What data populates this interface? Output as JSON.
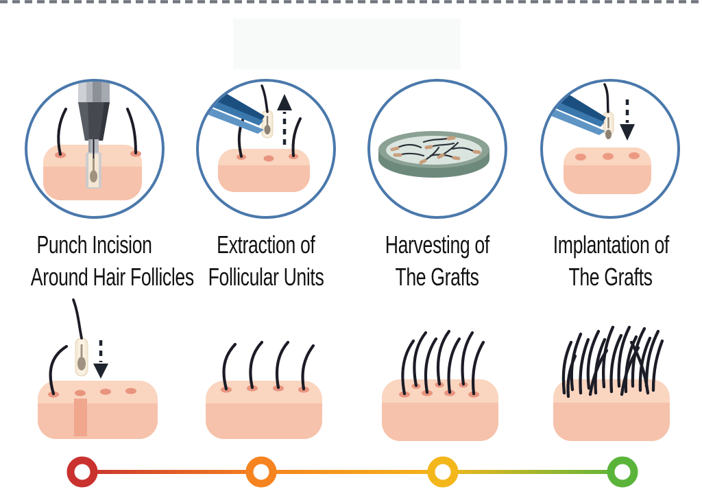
{
  "page": {
    "background": "#ffffff"
  },
  "decorations": {
    "top_dashed_border_color": "#70757c",
    "background_rectangle_color": "#f8f9f9"
  },
  "palette": {
    "circle_border": "#4a78ab",
    "skin_top": "#fad5c0",
    "skin_body": "#f6c2ab",
    "skin_channel": "#f0a78e",
    "hole": "#e8947e",
    "hair": "#1b1c26",
    "tweezers_dark": "#1b4f80",
    "tweezers_mid": "#3a77ad",
    "tweezers_light": "#5e95c5",
    "graft_tube": "#f5ead6",
    "follicle_bulb": "#a09180",
    "dish_rim": "#8aa193",
    "dish_side": "#6d897b",
    "dish_inner": "#dbe5e0",
    "label_text": "#121212"
  },
  "steps": [
    {
      "icon": "punch-tool-icon",
      "label_line1": "Punch Incision",
      "label_line2": "Around Hair Follicles",
      "marker_color": "#c9322f"
    },
    {
      "icon": "tweezers-extraction-icon",
      "label_line1": "Extraction of",
      "label_line2": "Follicular Units",
      "marker_color": "#f5831f"
    },
    {
      "icon": "petri-dish-grafts-icon",
      "label_line1": "Harvesting of",
      "label_line2": "The Grafts",
      "marker_color": "#f3b71c"
    },
    {
      "icon": "tweezers-implantation-icon",
      "label_line1": "Implantation of",
      "label_line2": "The Grafts",
      "marker_color": "#5bb43a"
    }
  ],
  "result_stages": [
    {
      "icon": "graft-placement-skin-icon"
    },
    {
      "icon": "sparse-hair-growth-icon"
    },
    {
      "icon": "medium-hair-growth-icon"
    },
    {
      "icon": "dense-hair-growth-icon"
    }
  ],
  "timeline": {
    "gradient": [
      "#c9322f",
      "#f5831f",
      "#f3b71c",
      "#5bb43a"
    ]
  }
}
